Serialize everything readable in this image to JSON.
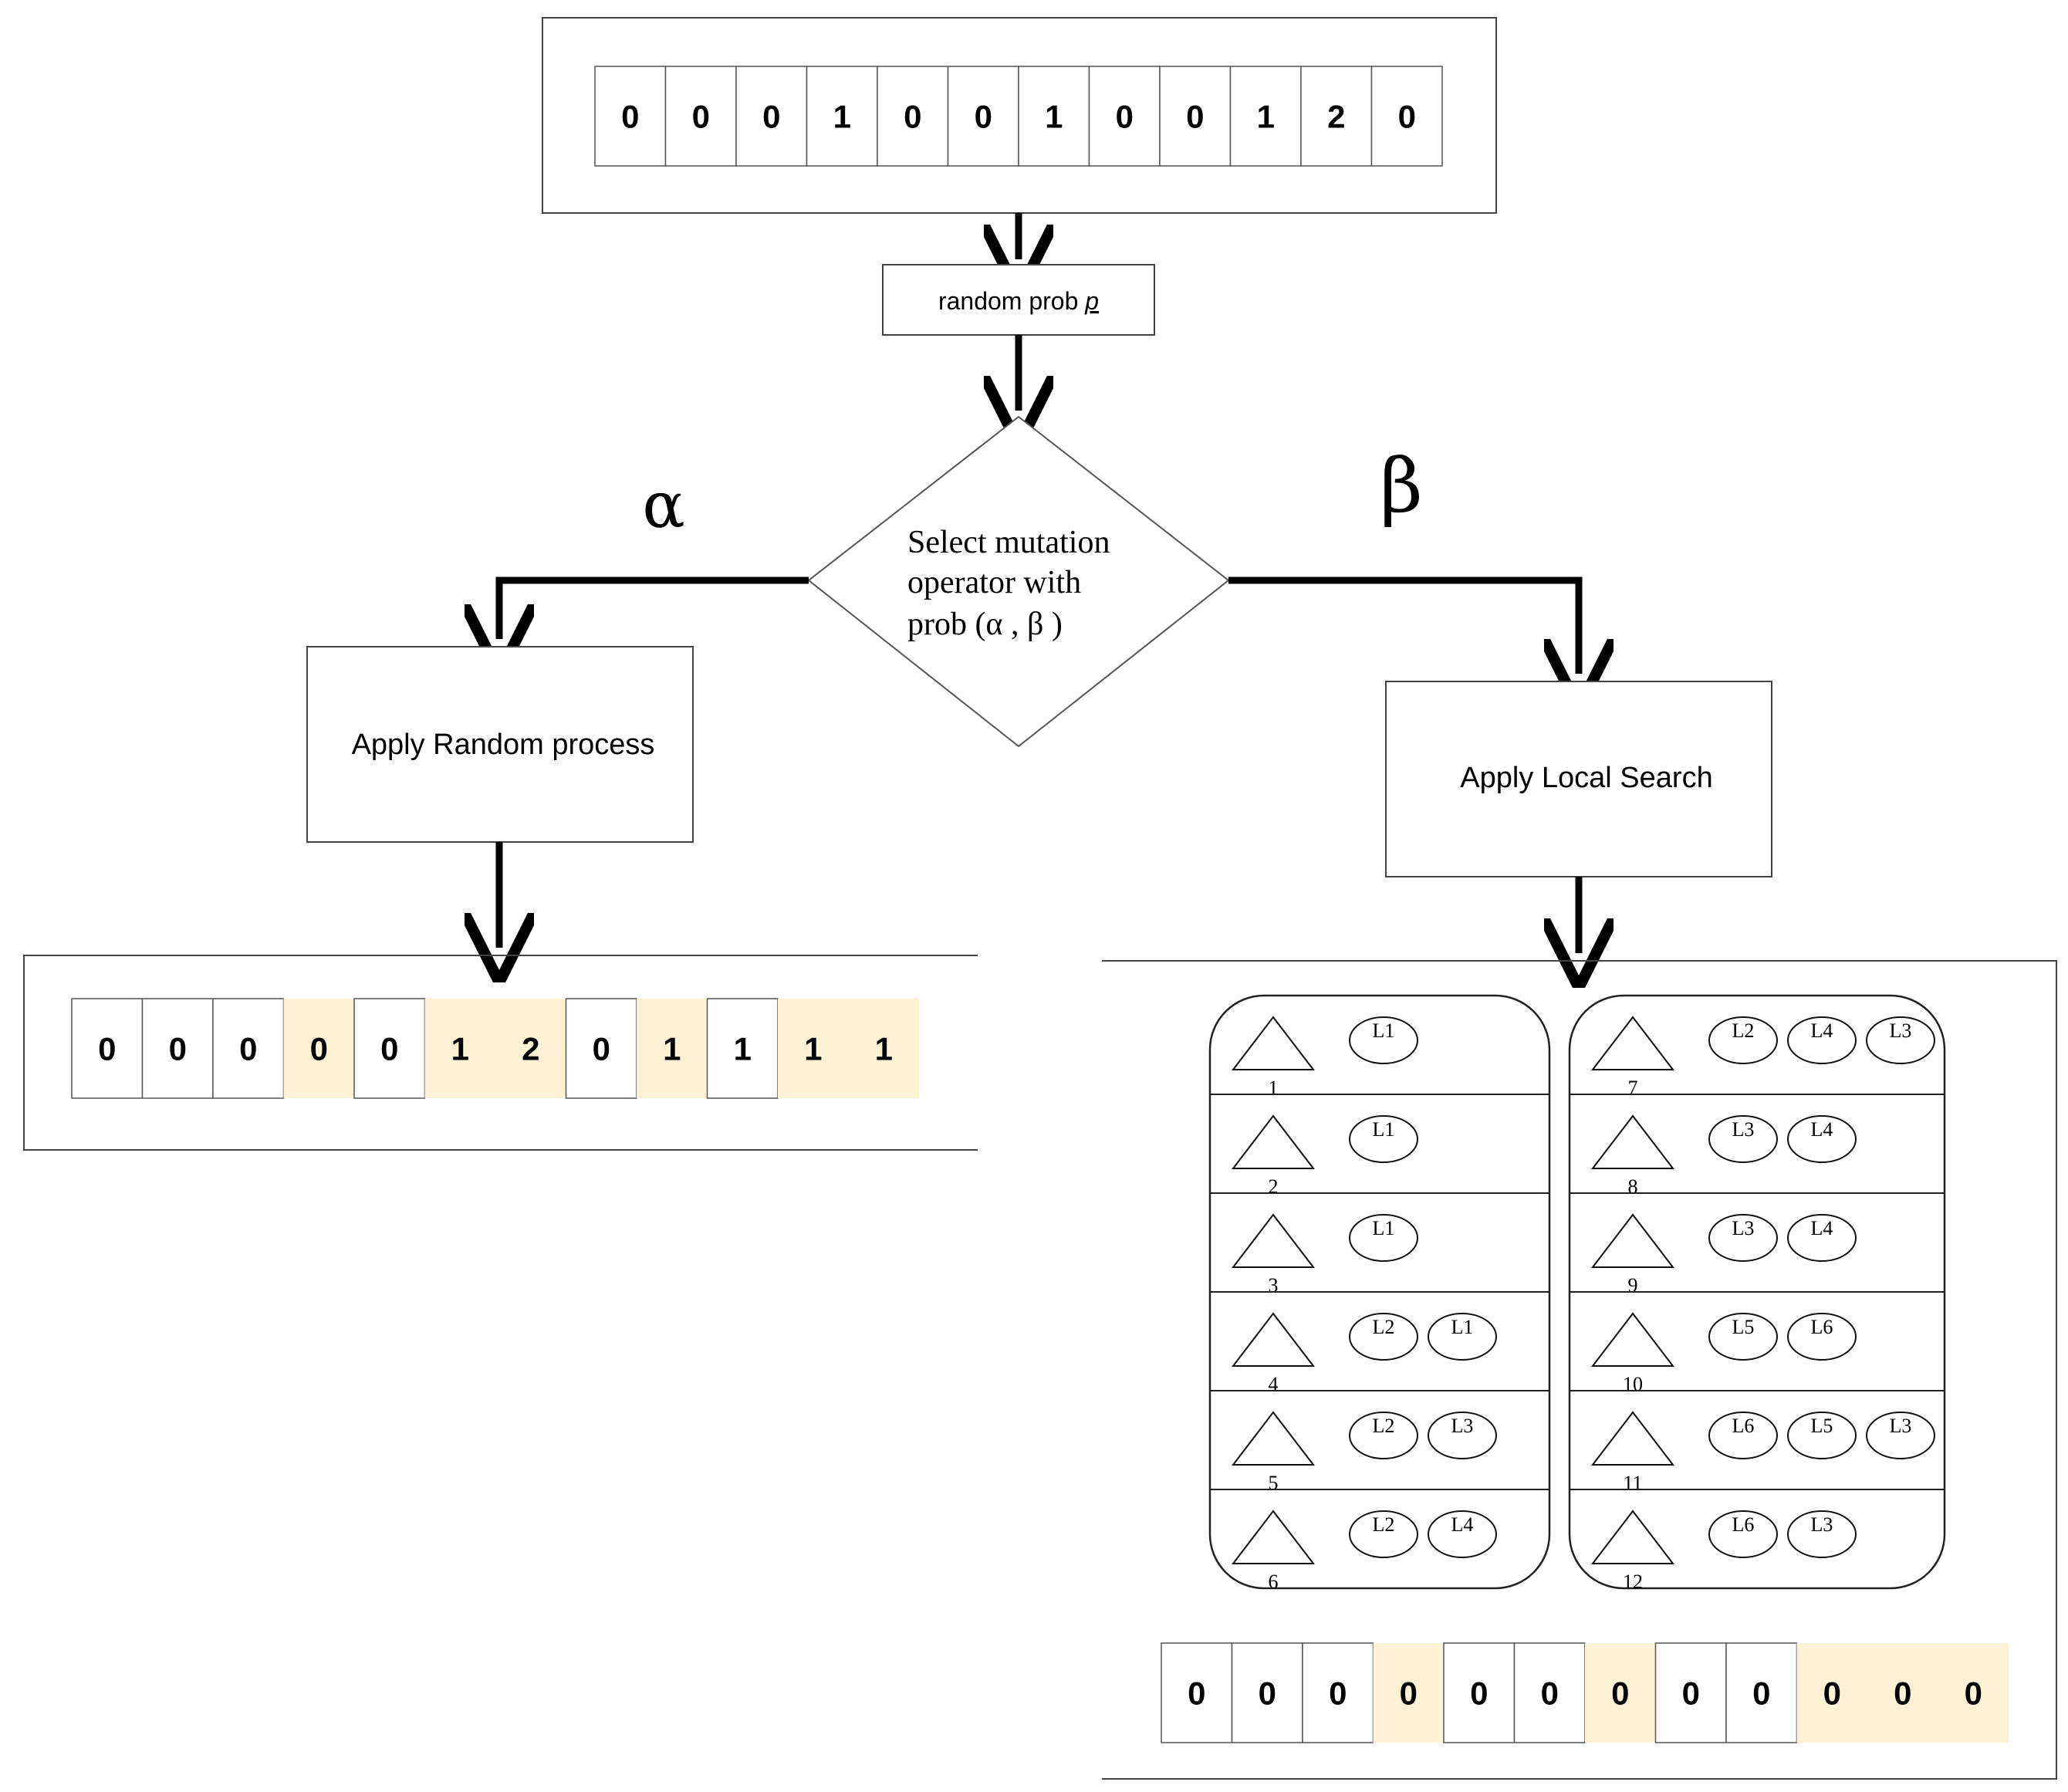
{
  "top_chromosome": [
    "0",
    "0",
    "0",
    "1",
    "0",
    "0",
    "1",
    "0",
    "0",
    "1",
    "2",
    "0"
  ],
  "random_prob_label": "random prob ",
  "random_prob_var": "p",
  "decision": {
    "line1": "Select mutation",
    "line2": "operator with",
    "line3": "prob (α , β  )"
  },
  "alpha_label": "α",
  "beta_label": "β",
  "random_process_label": "Apply  Random process",
  "local_search_label": "Apply Local Search",
  "random_result": {
    "cells": [
      "0",
      "0",
      "0",
      "0",
      "0",
      "1",
      "2",
      "0",
      "1",
      "1",
      "1",
      "1"
    ],
    "highlighted": [
      3,
      5,
      6,
      8,
      10,
      11
    ]
  },
  "local_result": {
    "cells": [
      "0",
      "0",
      "0",
      "0",
      "0",
      "0",
      "0",
      "0",
      "0",
      "0",
      "0",
      "0"
    ],
    "highlighted": [
      3,
      6,
      9,
      10,
      11
    ]
  },
  "highlight_color": "#fdf2d5",
  "groups_left": [
    {
      "num": "1",
      "labels": [
        "L1"
      ]
    },
    {
      "num": "2",
      "labels": [
        "L1"
      ]
    },
    {
      "num": "3",
      "labels": [
        "L1"
      ]
    },
    {
      "num": "4",
      "labels": [
        "L2",
        "L1"
      ]
    },
    {
      "num": "5",
      "labels": [
        "L2",
        "L3"
      ]
    },
    {
      "num": "6",
      "labels": [
        "L2",
        "L4"
      ]
    }
  ],
  "groups_right": [
    {
      "num": "7",
      "labels": [
        "L2",
        "L4",
        "L3"
      ]
    },
    {
      "num": "8",
      "labels": [
        "L3",
        "L4"
      ]
    },
    {
      "num": "9",
      "labels": [
        "L3",
        "L4"
      ]
    },
    {
      "num": "10",
      "labels": [
        "L5",
        "L6"
      ]
    },
    {
      "num": "11",
      "labels": [
        "L6",
        "L5",
        "L3"
      ]
    },
    {
      "num": "12",
      "labels": [
        "L6",
        "L3"
      ]
    }
  ]
}
